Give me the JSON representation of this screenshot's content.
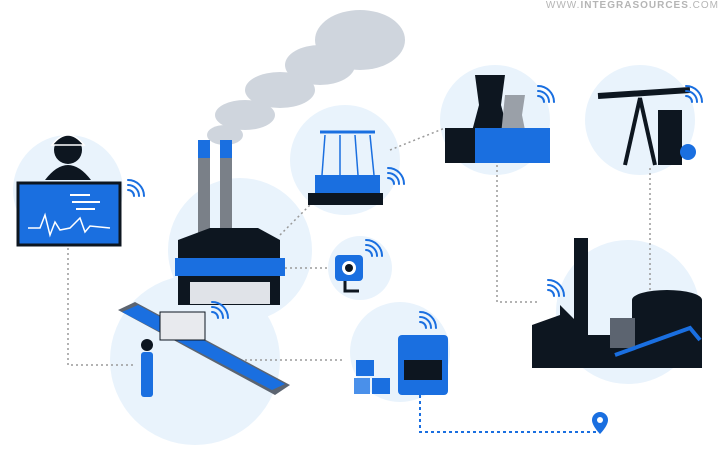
{
  "watermark": {
    "prefix": "WWW.",
    "brand": "INTEGRASOURCES",
    "suffix": ".COM"
  },
  "colors": {
    "accent": "#1a6fe0",
    "dark": "#0d1620",
    "bubble": "#e9f3fc",
    "connector": "#9a9a9a",
    "smoke": "#cfd5dd"
  }
}
